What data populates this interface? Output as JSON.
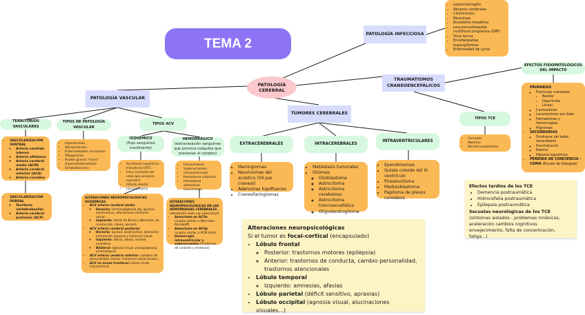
{
  "title": "TEMA 2",
  "root": "PATOLOGÍA CEREBRAL",
  "vascular": {
    "label": "PATOLOGÍA VASCULAR",
    "territorios": {
      "label": "TERRITORIOS VASCULARES",
      "ventral_head": "VASCULARIZACIÓN VENTRAL",
      "ventral_items": [
        "Arteria carótida interna",
        "Arteria oftálmica",
        "Arteria cerebral media (ACM)",
        "Arteria cerebral anterior (ACA)",
        "Arteria coroidea"
      ],
      "dorsal_head": "VASCULARIZACIÓN DORSAL",
      "dorsal_items": [
        "Territorio vertebrobasilar",
        "Arteria cerebral posterior (ACP)"
      ]
    },
    "tipos_patologia": {
      "label": "TIPOS DE PATOLOGÍA VASCULAR",
      "items": [
        "Hipertensión",
        "Aterosclerosis",
        "Enfermedades coronarias",
        "Tabaquismo",
        "Ácidos grasos \"trans\"",
        "Hipercolesterolemia",
        "Sendentarismo"
      ]
    },
    "tipos_acv": {
      "label": "TIPOS ACV",
      "isquemico": {
        "label": "ISQUÉMICO",
        "sub": "(flujo sanguíneo insuficiente)",
        "items": [
          "Accidente isquémico transitorio (AIT)",
          "Ictus (oclusión de vaso que provoca necrosis)",
          "Infarto silente",
          "Leucoaraiosis"
        ],
        "alteraciones": {
          "head": "ALTERACIONES NEUROPSICOLÓGICAS ISQUÉMICAS",
          "acm": "ACV arteria cerebral media",
          "acm_der_b": "Derecha",
          "acm_der": ": heminegligencia izq, apraxia constructiva, alteraciones memoria visual...",
          "acm_izq_b": "Izquierda",
          "acm_izq": ": afasia de Broca y Wernicke, de conducción, alexia, apraxia",
          "acp": "ACV arteria cerebral posterior",
          "acp_der_b": "Derecha",
          "acp_der": ": apraxia constructiva, alteración orientación espacial y memoria visual",
          "acp_izq_b": "Izquierda",
          "acp_izq": ": afasia, alexia, anomia cromática",
          "acp_bil_b": "Bilateral",
          "acp_bil": ": agnosia visual, prosopagnosia, acromatopsia",
          "aca_b": "ACV arteria cerebral anterior:",
          "aca": " cambios de personalidad, humor, trastornos atencionales...",
          "front_b": "ACV en zonas fronteras",
          "front": " (afasia mixta transcortical)"
        }
      },
      "hemorragico": {
        "label": "HEMORRÁGICO",
        "sub": "(extravasación sanguínea que provoca coágulos que presionan el cerebro)",
        "items": [
          "Intracerebral",
          "Subaracnoides",
          "Intraventricular",
          "Hematoma subdural",
          "Hematoma extradural",
          "Cavernosas"
        ],
        "alteraciones": {
          "head": "ALTERACIONES NEUROPSICOLÓGICAS EN LAS HEMORRAGIAS CEREBRALES",
          "sub": "(afectación suele ser subcortical)",
          "i1_b": "Aneurisma en ACOa",
          "i1": " (cuadro similar a Wernicke-Korsakoff)",
          "i2_b": "Aneurisma en ACOp",
          "i2": " (cuadro similar a ACM dcha)",
          "i3_b": "Hemorragia intraventricular y subaracnoidea",
          "i3": " (trastornos de carácter y memoria)"
        }
      }
    }
  },
  "infecciosa": {
    "label": "PATOLOGÍA INFECCIOSA",
    "items": [
      "Leptomeningitis",
      "Abcesos cerebrales",
      "Cisticercosis",
      "Neurolues",
      "Encefalitis herpética",
      "Leucoencefalopatía multifocal progresiva (LMP)",
      "Virus borna",
      "Encefalopatías espongiformes",
      "Enfermedad de Lyme"
    ]
  },
  "tumores": {
    "label": "TUMORES CEREBRALES",
    "extra": {
      "label": "EXTRACEREBRALES",
      "items": [
        "Meningiomas",
        "Neurinomas del acústico (VII par craneal)",
        "Adenomas hipofisarios",
        "Craneofaringiomas"
      ]
    },
    "intra": {
      "label": "INTRACEREBRALES",
      "items": [
        "Metástasis tumorales",
        "Gliomas"
      ],
      "gliomas": [
        "Glioblastoma",
        "Astrocitoma",
        "Astrocitoma cerebeloso",
        "Astrocitoma troncoencefálico",
        "Oligodendroglioma"
      ]
    },
    "ventr": {
      "label": "INTRAVENTRICULARES",
      "items": [
        "Ependimomas",
        "Quiste coloide del III ventrículo",
        "Pinealocitoma",
        "Meduloblastoma",
        "Papiloma de plexos coroideos"
      ]
    },
    "note": {
      "head": "Alteraciones neuropsicológicas",
      "line_pre": "Si el tumor es ",
      "line_b": "focal-cortical",
      "line_post": " (encapsulado)",
      "frontal": "Lóbulo frontal",
      "frontal_items": [
        "Posterior: trastornos motores (epilepsia)",
        "Anterior: trastornos de conducta, cambio personalidad, trastornos atencionales"
      ],
      "temporal": "Lóbulo temporal",
      "temporal_items": [
        "Izquierdo: amnesias, afasias"
      ],
      "parietal": "Lóbulo parietal",
      "parietal_rest": " (déficit sensitivo, apraxias)",
      "occipital": "Lóbulo occipital",
      "occipital_rest": " (agnosia visual, alucinaciones visuales...)"
    }
  },
  "traumatismos": {
    "label": "TRAUMATISMOS CRANEOENCEFÁLICOS",
    "tipos": {
      "label": "TIPOS TCE",
      "items": [
        "Cerrados",
        "Abiertos",
        "Microtraumatismos"
      ]
    },
    "efectos": {
      "label": "EFECTOS FISIOPATOLÓGICOS DEL IMPACTO",
      "primarias": "PRIMARIAS",
      "fracturas": "Fracturas craneales",
      "fracturas_items": [
        "Basilar",
        "Deprimida",
        "Lineal"
      ],
      "prim_items": [
        "Contusiones",
        "Laceraciones por bala",
        "Hematomas y hemorragias",
        "Higromas"
      ],
      "secundarias": "SECUNDARIAS",
      "sec_items": [
        "Síndrome del bebé zarandeado",
        "Punchdrunck",
        "Edema",
        "Hipoxia isquémica"
      ],
      "perdida_b": "PÉRDIDA DE CONCIENCIA - COMA",
      "perdida": " (Escala de Glasgow)"
    },
    "note": {
      "head": "Efectos tardíos de los TCE",
      "items": [
        "Demencia postraumática",
        "Hidrocefalia postraumática",
        "Epilepsia postraumática"
      ],
      "sec_b": "Secuelas neurológicas de los TCE",
      "sec": " (síntomas aislados - problemas mnésicos, aceleración cambios cognitivos envejecimiento, falta de concentración, fatiga...)"
    }
  }
}
